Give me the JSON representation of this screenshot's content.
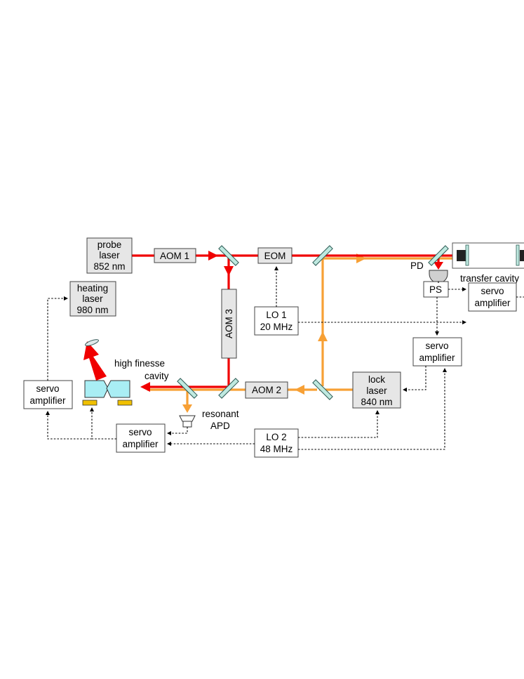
{
  "components": {
    "probe_laser": [
      "probe",
      "laser",
      "852 nm"
    ],
    "aom1": "AOM 1",
    "eom": "EOM",
    "aom3": "AOM 3",
    "aom2": "AOM 2",
    "lo1": [
      "LO 1",
      "20 MHz"
    ],
    "lo2": [
      "LO 2",
      "48 MHz"
    ],
    "heating_laser": [
      "heating",
      "laser",
      "980 nm"
    ],
    "high_finesse_cavity": [
      "high finesse",
      "cavity"
    ],
    "servo_amplifier_left": [
      "servo",
      "amplifier"
    ],
    "servo_amplifier_bottom": [
      "servo",
      "amplifier"
    ],
    "resonant_apd": [
      "resonant",
      "APD"
    ],
    "lock_laser": [
      "lock",
      "laser",
      "840 nm"
    ],
    "pd": "PD",
    "ps": "PS",
    "servo_amplifier_right": [
      "servo",
      "amplifier"
    ],
    "servo_amplifier_middle": [
      "servo",
      "amplifier"
    ],
    "transfer_cavity": "transfer cavity"
  },
  "colors": {
    "probe_beam": "#f00000",
    "lock_beam": "#f7a035",
    "box_fill": "#e6e6e6",
    "optics": "#bfe9e0",
    "mount": "#f0c000"
  }
}
